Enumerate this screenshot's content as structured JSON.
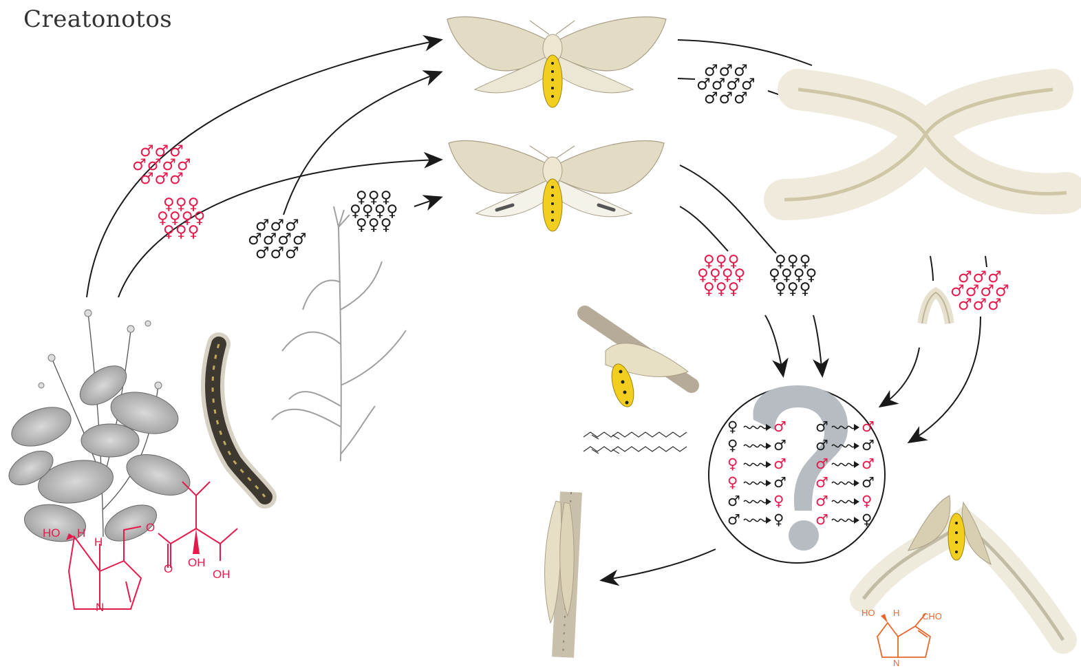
{
  "title": "Creatonotos",
  "colors": {
    "red": "#e6194b",
    "black": "#1a1a1a",
    "orange": "#e8672a",
    "yellow": "#f2cf1f",
    "wing": "#e3dcc5",
    "question": "#b6bcc2"
  },
  "symbols": {
    "male": "♂",
    "female": "♀",
    "group_red_males_left": "♂♂♂\n♂♂♂♂\n♂♂♂",
    "group_red_females_left": "♀♀♀\n♀♀♀♀\n♀♀♀",
    "group_black_males_mid": "♂♂♂\n♂♂♂♂\n♂♂♂",
    "group_black_females_mid": "♀♀♀\n♀♀♀♀\n♀♀♀",
    "group_black_males_right_top": "♂♂♂\n♂♂♂♂\n♂♂♂",
    "group_red_females_right": "♀♀♀\n♀♀♀♀\n♀♀♀",
    "group_black_females_right": "♀♀♀\n♀♀♀♀\n♀♀♀",
    "group_red_males_right": "♂♂♂\n♂♂♂♂\n♂♂♂"
  },
  "crosses": {
    "left": [
      {
        "from": "♀",
        "from_color": "black",
        "to": "♂",
        "to_color": "red"
      },
      {
        "from": "♀",
        "from_color": "black",
        "to": "♂",
        "to_color": "black"
      },
      {
        "from": "♀",
        "from_color": "red",
        "to": "♂",
        "to_color": "red"
      },
      {
        "from": "♀",
        "from_color": "red",
        "to": "♂",
        "to_color": "black"
      },
      {
        "from": "♂",
        "from_color": "black",
        "to": "♀",
        "to_color": "red"
      },
      {
        "from": "♂",
        "from_color": "black",
        "to": "♀",
        "to_color": "black"
      }
    ],
    "right": [
      {
        "from": "♂",
        "from_color": "black",
        "to": "♂",
        "to_color": "red"
      },
      {
        "from": "♂",
        "from_color": "black",
        "to": "♂",
        "to_color": "black"
      },
      {
        "from": "♂",
        "from_color": "red",
        "to": "♂",
        "to_color": "red"
      },
      {
        "from": "♂",
        "from_color": "red",
        "to": "♂",
        "to_color": "black"
      },
      {
        "from": "♂",
        "from_color": "red",
        "to": "♀",
        "to_color": "red"
      },
      {
        "from": "♂",
        "from_color": "red",
        "to": "♀",
        "to_color": "black"
      }
    ]
  },
  "chem_red": {
    "ho": "HO",
    "h1": "H",
    "h2": "H",
    "o": "O",
    "oh1": "OH",
    "oh2": "OH",
    "n": "N"
  },
  "chem_orange": {
    "ho": "HO",
    "h": "H",
    "cho": "CHO",
    "n": "N"
  }
}
